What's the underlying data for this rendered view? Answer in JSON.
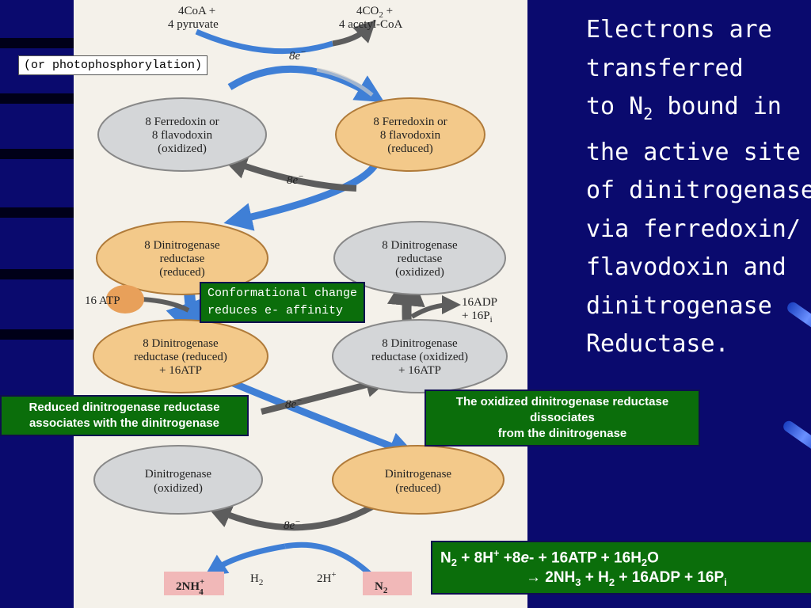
{
  "right_text": {
    "line1": "Electrons are",
    "line2": "transferred",
    "line3_pre": "to N",
    "line3_sub": "2",
    "line3_post": " bound in",
    "line4": "the active site",
    "line5": "of dinitrogenase",
    "line6": "via ferredoxin/",
    "line7": "flavodoxin and",
    "line8": "dinitrogenase",
    "line9": "Reductase."
  },
  "callouts": {
    "photophosphorylation": "(or photophosphorylation)",
    "conformational_line1": "Conformational change",
    "conformational_line2": "reduces e- affinity",
    "associates_line1": "Reduced dinitrogenase reductase",
    "associates_line2": "associates with the dinitrogenase",
    "dissociates_line1": "The oxidized dinitrogenase reductase",
    "dissociates_line2": "dissociates",
    "dissociates_line3": "from the dinitrogenase"
  },
  "equation": {
    "l1_a": "N",
    "l1_a_sub": "2",
    "l1_b": " + 8H",
    "l1_b_sup": "+",
    "l1_c": " +8",
    "l1_c_e": "e",
    "l1_d": "- + 16ATP + 16H",
    "l1_d_sub": "2",
    "l1_e": "O",
    "l2_arrow": "→",
    "l2_a": " 2NH",
    "l2_a_sub": "3",
    "l2_b": " + H",
    "l2_b_sub": "2",
    "l2_c": " + 16ADP + 16P",
    "l2_c_sub": "i"
  },
  "diagram": {
    "top_left_1": "4CoA +",
    "top_left_2": "4 pyruvate",
    "top_right_1": "4CO",
    "top_right_1_sub": "2",
    "top_right_1_post": " +",
    "top_right_2": "4 acetyl-CoA",
    "ferredoxin_ox": [
      "8 Ferredoxin or",
      "8 flavodoxin",
      "(oxidized)"
    ],
    "ferredoxin_red": [
      "8 Ferredoxin or",
      "8 flavodoxin",
      "(reduced)"
    ],
    "reductase_red": [
      "8 Dinitrogenase",
      "reductase",
      "(reduced)"
    ],
    "reductase_ox": [
      "8 Dinitrogenase",
      "reductase",
      "(oxidized)"
    ],
    "reductase_red_atp": [
      "8 Dinitrogenase",
      "reductase (reduced)",
      "+ 16ATP"
    ],
    "reductase_ox_atp": [
      "8 Dinitrogenase",
      "reductase (oxidized)",
      "+ 16ATP"
    ],
    "dinitrogenase_ox": [
      "Dinitrogenase",
      "(oxidized)"
    ],
    "dinitrogenase_red": [
      "Dinitrogenase",
      "(reduced)"
    ],
    "atp_label": "16 ATP",
    "adp_label_1": "16ADP",
    "adp_label_2": "+ 16P",
    "adp_label_2_sub": "i",
    "nh4_label": "2NH",
    "nh4_sup": "+",
    "nh4_sub": "4",
    "h2_label": "H",
    "h2_sub": "2",
    "twoh_label": "2H",
    "twoh_sup": "+",
    "n2_label": "N",
    "n2_sub": "2",
    "electrons": "8e",
    "electrons_sup": "−"
  },
  "colors": {
    "background": "#0a0a6e",
    "panel": "#f4f1ea",
    "reduced_fill": "#f3c98a",
    "oxidized_fill": "#d4d6d8",
    "blue_arrow": "#3f7fd6",
    "gray_arrow": "#5d5d5d",
    "green_box": "#0b6e0b",
    "pink_box": "#f1b8b8"
  }
}
